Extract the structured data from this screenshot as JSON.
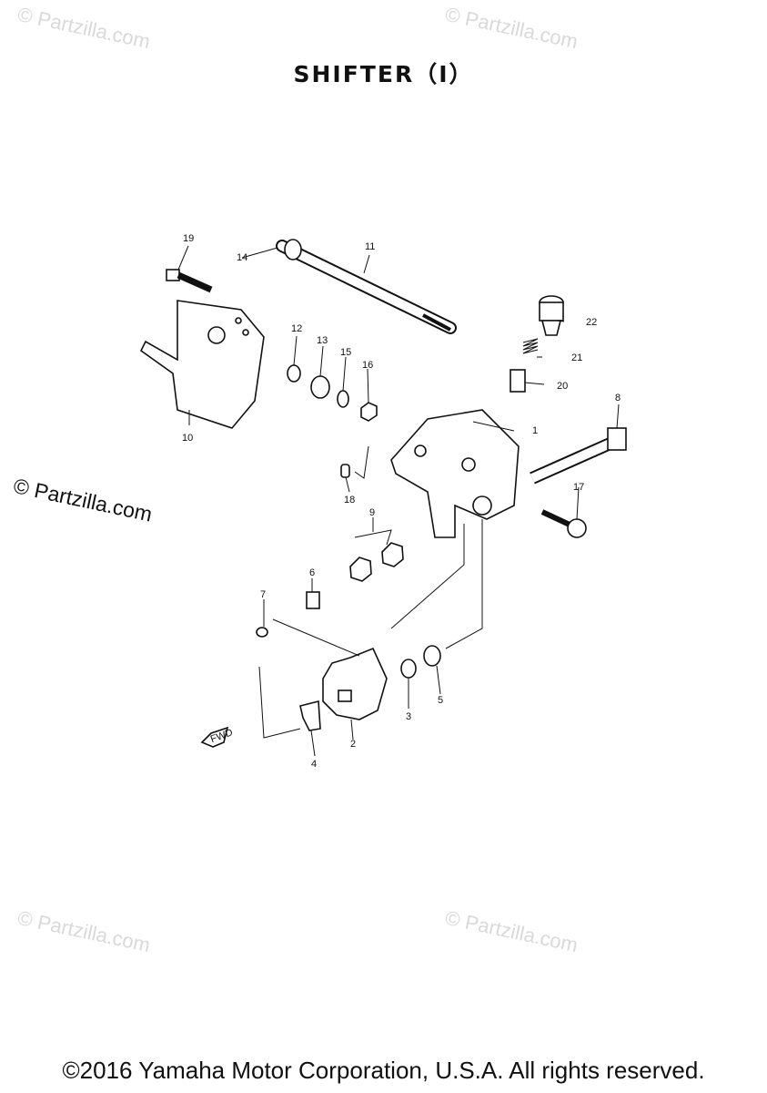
{
  "title": "SHIFTER（I）",
  "watermark": "© Partzilla.com",
  "copyright": "©2016 Yamaha Motor Corporation, U.S.A. All rights reserved.",
  "callouts": [
    "1",
    "2",
    "3",
    "4",
    "5",
    "6",
    "7",
    "8",
    "9",
    "10",
    "11",
    "12",
    "13",
    "14",
    "15",
    "16",
    "17",
    "18",
    "19",
    "20",
    "21",
    "22"
  ],
  "fwd_marker": "FWD"
}
